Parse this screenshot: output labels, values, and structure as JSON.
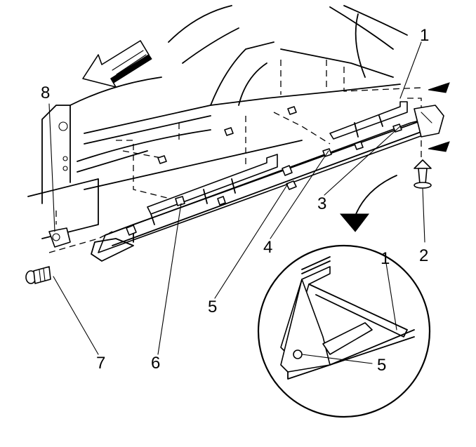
{
  "callouts": {
    "c1": "1",
    "c2": "2",
    "c3": "3",
    "c4": "4",
    "c5": "5",
    "c6": "6",
    "c7": "7",
    "c8": "8",
    "detail_c1": "1",
    "detail_c5": "5"
  }
}
